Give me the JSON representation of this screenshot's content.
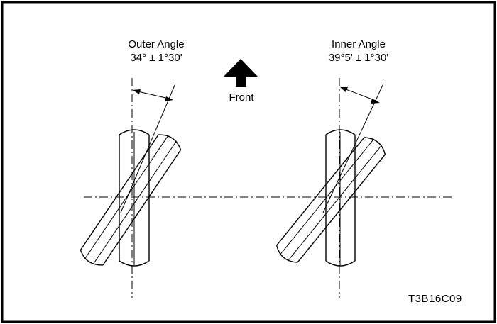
{
  "outer_angle": {
    "title": "Outer Angle",
    "value": "34° ± 1°30'"
  },
  "inner_angle": {
    "title": "Inner Angle",
    "value": "39°5' ± 1°30'"
  },
  "direction": {
    "label": "Front",
    "icon": "arrow-up-icon"
  },
  "figure_code": "T3B16C09",
  "colors": {
    "ink": "#000000",
    "paper": "#ffffff"
  }
}
